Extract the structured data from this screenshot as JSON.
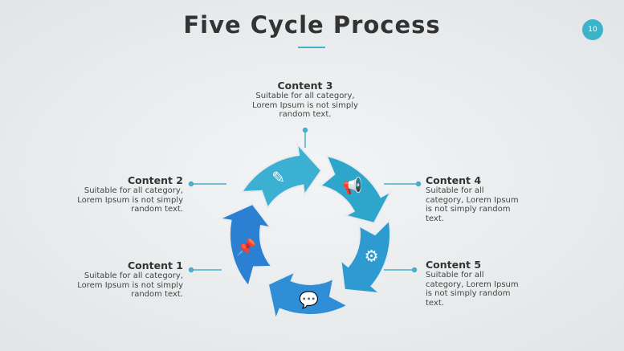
{
  "title": "Five Cycle Process",
  "page_number": "10",
  "items": [
    {
      "heading": "Content 1",
      "text": "Suitable for all category, Lorem Ipsum is not simply random text.",
      "icon": "pushpin-icon",
      "color": "#2c80d4"
    },
    {
      "heading": "Content 2",
      "text": "Suitable for all category, Lorem Ipsum is not simply random text.",
      "icon": "pencil-icon",
      "color": "#3bb0d2"
    },
    {
      "heading": "Content 3",
      "text": "Suitable for all category, Lorem Ipsum is not simply random text.",
      "icon": "megaphone-icon",
      "color": "#2ea5cb"
    },
    {
      "heading": "Content 4",
      "text": "Suitable for all category, Lorem Ipsum is not simply random text.",
      "icon": "gears-icon",
      "color": "#2e9bd0"
    },
    {
      "heading": "Content 5",
      "text": "Suitable for all category, Lorem Ipsum is not simply random text.",
      "icon": "chat-bubbles-icon",
      "color": "#2f8ed6"
    }
  ],
  "accent": "#3bb3c9"
}
